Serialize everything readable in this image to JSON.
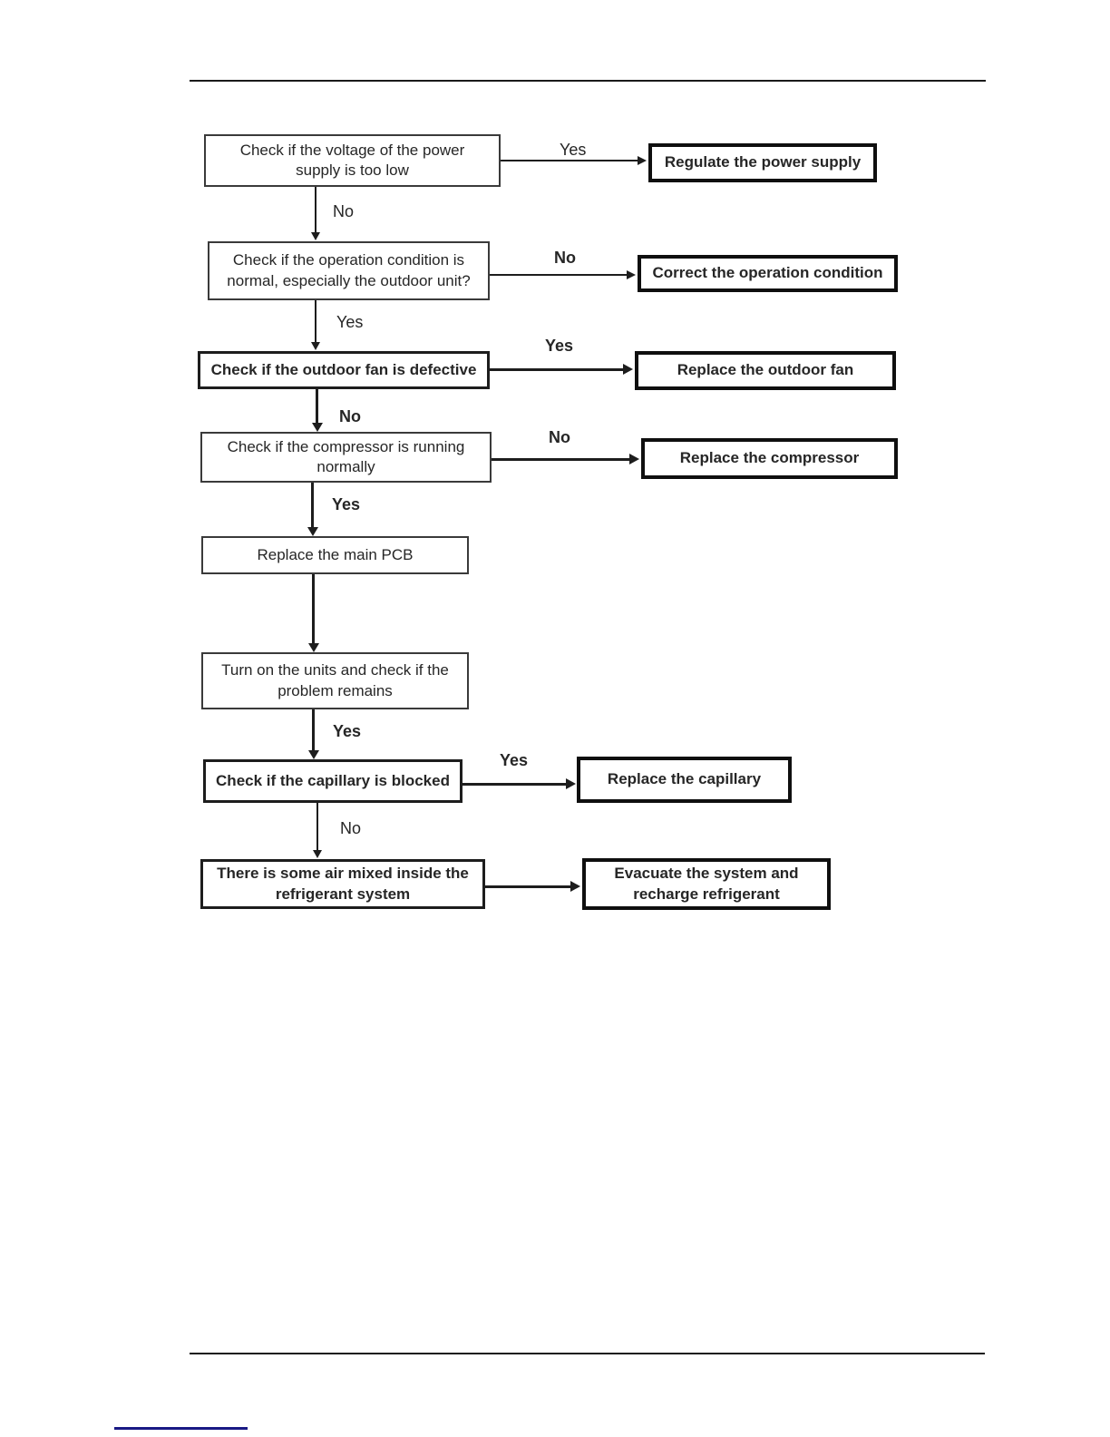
{
  "page": {
    "background": "#ffffff",
    "rule_color": "#1a1a1a",
    "link_line_color": "#191984"
  },
  "flowchart": {
    "nodes": {
      "check_voltage": "Check if the voltage of the power\nsupply is too low",
      "regulate_power": "Regulate the power supply",
      "check_operation": "Check if the operation condition is\nnormal, especially the outdoor unit?",
      "correct_operation": "Correct the operation condition",
      "check_outdoor_fan": "Check if the outdoor fan is defective",
      "replace_outdoor_fan": "Replace the outdoor fan",
      "check_compressor": "Check if the compressor is running\nnormally",
      "replace_compressor": "Replace the compressor",
      "replace_main_pcb": "Replace the main PCB",
      "turn_on_units": "Turn on the units and check if the\nproblem remains",
      "check_capillary": "Check if the capillary is blocked",
      "replace_capillary": "Replace the capillary",
      "air_mixed": "There is some air mixed inside the\nrefrigerant system",
      "evacuate_recharge": "Evacuate the system and\nrecharge refrigerant"
    },
    "labels": {
      "voltage_yes": "Yes",
      "voltage_no": "No",
      "operation_no": "No",
      "operation_yes": "Yes",
      "fan_yes": "Yes",
      "fan_no": "No",
      "compressor_no": "No",
      "compressor_yes": "Yes",
      "problem_yes": "Yes",
      "capillary_yes": "Yes",
      "capillary_no": "No"
    }
  }
}
